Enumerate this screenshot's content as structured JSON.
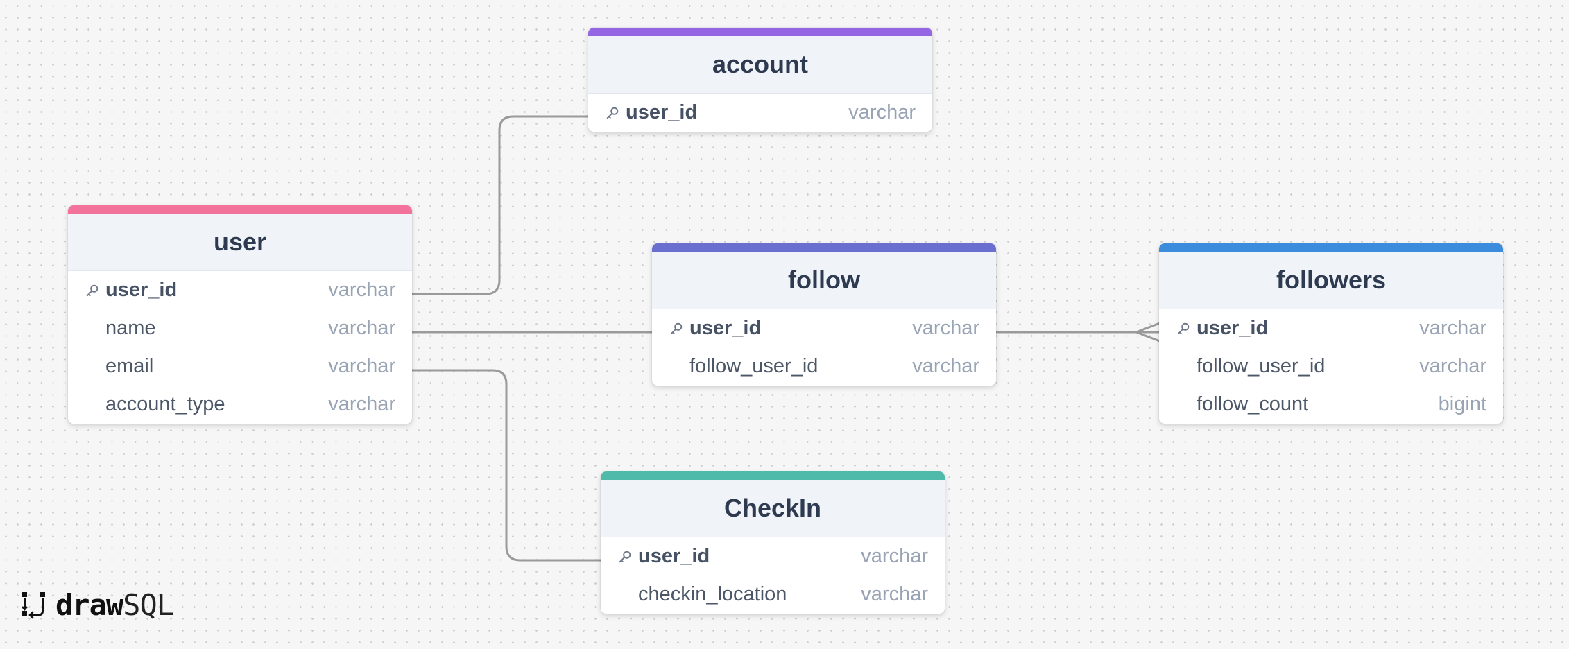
{
  "tables": [
    {
      "id": "account",
      "name": "account",
      "color": "#9466e3",
      "columns": [
        {
          "name": "user_id",
          "type": "varchar",
          "pk": true
        }
      ]
    },
    {
      "id": "user",
      "name": "user",
      "color": "#f2729b",
      "columns": [
        {
          "name": "user_id",
          "type": "varchar",
          "pk": true
        },
        {
          "name": "name",
          "type": "varchar",
          "pk": false
        },
        {
          "name": "email",
          "type": "varchar",
          "pk": false
        },
        {
          "name": "account_type",
          "type": "varchar",
          "pk": false
        }
      ]
    },
    {
      "id": "follow",
      "name": "follow",
      "color": "#6a6fcf",
      "columns": [
        {
          "name": "user_id",
          "type": "varchar",
          "pk": true
        },
        {
          "name": "follow_user_id",
          "type": "varchar",
          "pk": false
        }
      ]
    },
    {
      "id": "followers",
      "name": "followers",
      "color": "#3b8cdc",
      "columns": [
        {
          "name": "user_id",
          "type": "varchar",
          "pk": true
        },
        {
          "name": "follow_user_id",
          "type": "varchar",
          "pk": false
        },
        {
          "name": "follow_count",
          "type": "bigint",
          "pk": false
        }
      ]
    },
    {
      "id": "checkin",
      "name": "CheckIn",
      "color": "#4fb9aa",
      "columns": [
        {
          "name": "user_id",
          "type": "varchar",
          "pk": true
        },
        {
          "name": "checkin_location",
          "type": "varchar",
          "pk": false
        }
      ]
    }
  ],
  "relations": [
    {
      "from": "user.user_id",
      "to": "account.user_id",
      "cardinality": "one-to-one"
    },
    {
      "from": "user.name",
      "to": "follow.user_id",
      "cardinality": "one-to-one"
    },
    {
      "from": "user.email",
      "to": "CheckIn.user_id",
      "cardinality": "one-to-one"
    },
    {
      "from": "follow.user_id",
      "to": "followers.user_id",
      "cardinality": "one-to-many"
    }
  ],
  "logo": {
    "bold": "draw",
    "light": "SQL",
    "icon": "drawsql-logo-icon"
  },
  "colors": {
    "connector": "#9a9a9a",
    "header_bg": "#f0f3f8",
    "title": "#2d3a4f",
    "type": "#98a3b3"
  }
}
